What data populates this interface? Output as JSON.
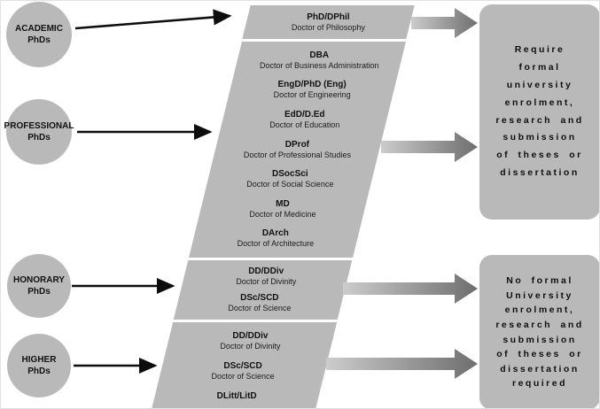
{
  "groups": [
    {
      "label": "ACADEMIC\nPhDs"
    },
    {
      "label": "PROFESSIONAL\nPhDs"
    },
    {
      "label": "HONORARY\nPhDs"
    },
    {
      "label": "HIGHER\nPhDs"
    }
  ],
  "segments": [
    {
      "degrees": [
        {
          "abbr": "PhD/DPhil",
          "full": "Doctor of Philosophy"
        }
      ]
    },
    {
      "degrees": [
        {
          "abbr": "DBA",
          "full": "Doctor of Business Administration"
        },
        {
          "abbr": "EngD/PhD (Eng)",
          "full": "Doctor of Engineering"
        },
        {
          "abbr": "EdD/D.Ed",
          "full": "Doctor of Education"
        },
        {
          "abbr": "DProf",
          "full": "Doctor of Professional Studies"
        },
        {
          "abbr": "DSocSci",
          "full": "Doctor of Social Science"
        },
        {
          "abbr": "MD",
          "full": "Doctor of Medicine"
        },
        {
          "abbr": "DArch",
          "full": "Doctor of Architecture"
        }
      ]
    },
    {
      "degrees": [
        {
          "abbr": "DD/DDiv",
          "full": "Doctor of Divinity"
        },
        {
          "abbr": "DSc/SCD",
          "full": "Doctor of Science"
        }
      ]
    },
    {
      "degrees": [
        {
          "abbr": "DD/DDiv",
          "full": "Doctor of Divinity"
        },
        {
          "abbr": "DSc/SCD",
          "full": "Doctor of Science"
        },
        {
          "abbr": "DLitt/LitD",
          "full": ""
        }
      ]
    }
  ],
  "outcomes": [
    {
      "text": "Require formal university enrolment, research and submission of theses or dissertation"
    },
    {
      "text": "No formal University enrolment, research and submission of theses or dissertation required"
    }
  ],
  "colors": {
    "shape_gray": "#b9b9b9",
    "block_arrow_light": "#cccccc",
    "block_arrow_dark": "#6e6e6e",
    "thin_arrow_black": "#0d0d0d"
  }
}
